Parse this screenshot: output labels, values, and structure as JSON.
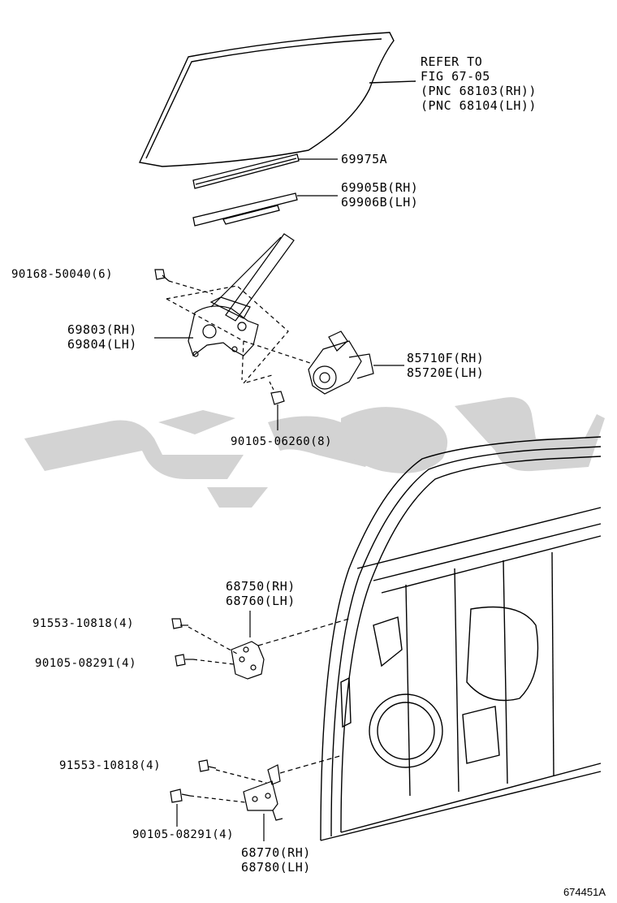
{
  "refer_note": [
    "REFER TO",
    "FIG 67-05",
    "(PNC 68103(RH))",
    "(PNC 68104(LH))"
  ],
  "parts": {
    "glass_run": "69975A",
    "weatherstrip": [
      "69905B(RH)",
      "69906B(LH)"
    ],
    "screw_top": "90168-50040(6)",
    "regulator": [
      "69803(RH)",
      "69804(LH)"
    ],
    "motor": [
      "85710F(RH)",
      "85720E(LH)"
    ],
    "bolt_regulator": "90105-06260(8)",
    "upper_hinge": [
      "68750(RH)",
      "68760(LH)"
    ],
    "upper_hinge_screw": "91553-10818(4)",
    "upper_hinge_bolt": "90105-08291(4)",
    "lower_hinge_screw": "91553-10818(4)",
    "lower_hinge_bolt": "90105-08291(4)",
    "lower_hinge": [
      "68770(RH)",
      "68780(LH)"
    ]
  },
  "figure_id": "674451A",
  "colors": {
    "line": "#000000",
    "watermark": "#d3d3d3",
    "background": "#ffffff"
  }
}
